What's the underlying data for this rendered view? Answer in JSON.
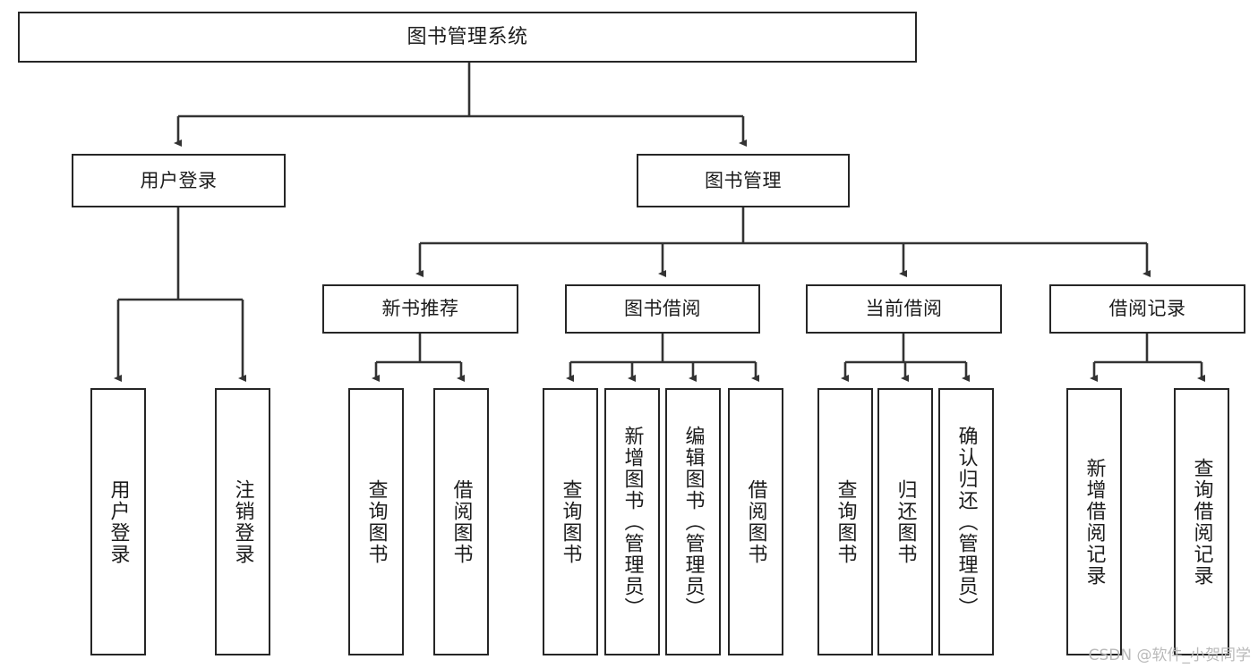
{
  "diagram": {
    "type": "tree",
    "title": "图书管理系统",
    "stroke_color": "#262626",
    "fill_color": "#ffffff",
    "text_color": "#1c1c1c",
    "root": {
      "label": "图书管理系统"
    },
    "level2": [
      {
        "label": "用户登录"
      },
      {
        "label": "图书管理"
      }
    ],
    "level3": [
      {
        "label": "新书推荐"
      },
      {
        "label": "图书借阅"
      },
      {
        "label": "当前借阅"
      },
      {
        "label": "借阅记录"
      }
    ],
    "leaves": {
      "user_login": [
        {
          "label": "用户登录"
        },
        {
          "label": "注销登录"
        }
      ],
      "new_book_recommend": [
        {
          "label": "查询图书"
        },
        {
          "label": "借阅图书"
        }
      ],
      "book_borrow": [
        {
          "label": "查询图书"
        },
        {
          "label": "新增图书（管理员）"
        },
        {
          "label": "编辑图书（管理员）"
        },
        {
          "label": "借阅图书"
        }
      ],
      "current_borrow": [
        {
          "label": "查询图书"
        },
        {
          "label": "归还图书"
        },
        {
          "label": "确认归还（管理员）"
        }
      ],
      "borrow_record": [
        {
          "label": "新增借阅记录"
        },
        {
          "label": "查询借阅记录"
        }
      ]
    }
  },
  "watermark": {
    "text": "CSDN @软件_小贺同学"
  }
}
